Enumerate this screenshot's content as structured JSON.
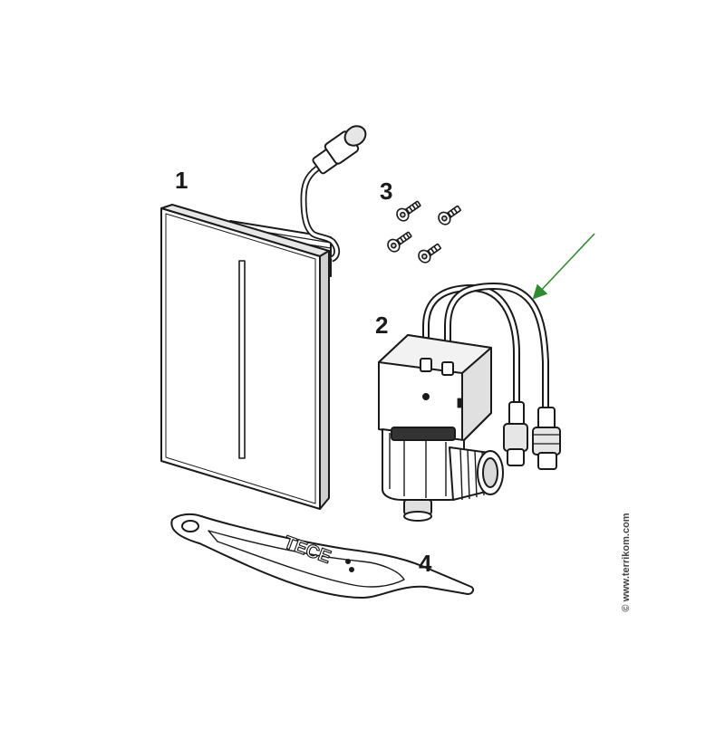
{
  "parts": [
    {
      "number": "1"
    },
    {
      "number": "2"
    },
    {
      "number": "3"
    },
    {
      "number": "4"
    }
  ],
  "brand_text": "TECE",
  "copyright": "© www.terrikom.com",
  "colors": {
    "line": "#1a1a1a",
    "fill": "#ffffff",
    "shade": "#d9d9d9",
    "arrow": "#2e8b2e"
  }
}
